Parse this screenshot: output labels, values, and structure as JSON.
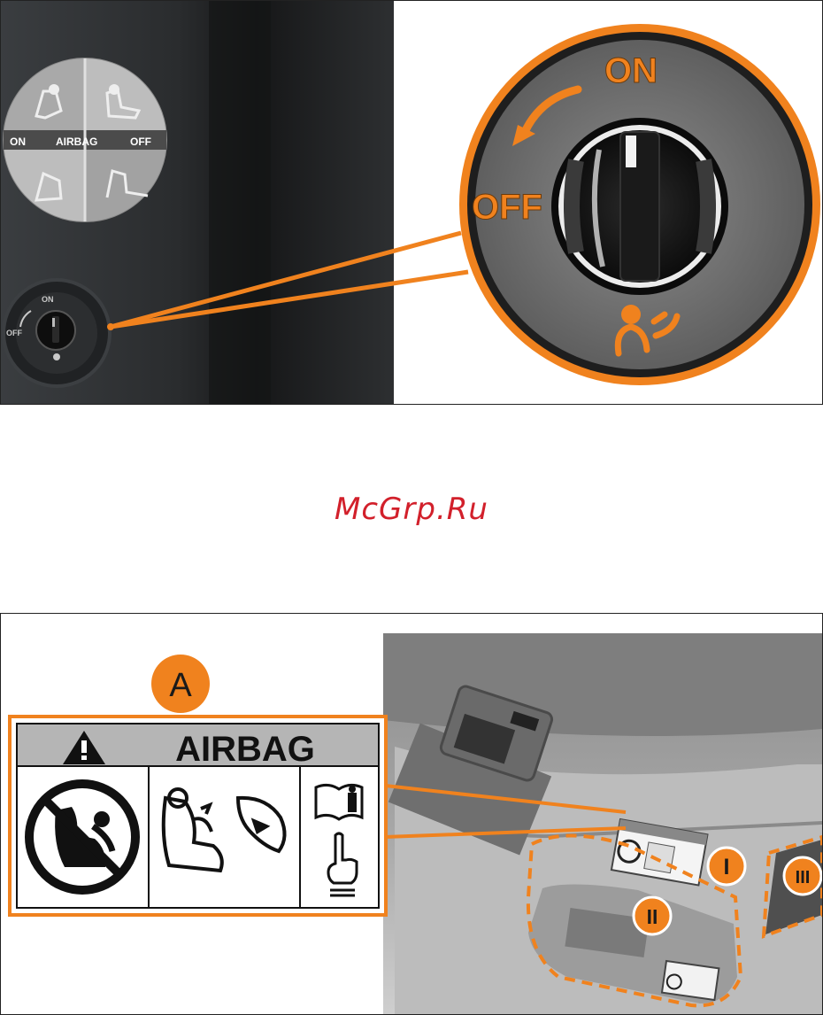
{
  "figure1": {
    "rosette": {
      "on_label": "ON",
      "off_label": "OFF",
      "center_label": "AIRBAG"
    },
    "small_switch": {
      "on_label": "ON",
      "off_label": "OFF"
    },
    "zoom": {
      "on_label": "ON",
      "off_label": "OFF"
    },
    "icons": [
      "passenger-airbag-icon",
      "rotate-arrow-icon",
      "switch-knob-icon",
      "child-seat-icon"
    ]
  },
  "watermark": "McGrp.Ru",
  "figure2": {
    "callout_letter": "A",
    "label_title": "AIRBAG",
    "label_icons": [
      "warning-triangle-icon",
      "no-rear-facing-child-seat-icon",
      "child-seat-airbag-deploy-icon",
      "read-manual-icon",
      "pointing-hand-icon"
    ],
    "markers": {
      "i": "I",
      "ii": "II",
      "iii": "III"
    },
    "accent_color": "#f0821e"
  }
}
